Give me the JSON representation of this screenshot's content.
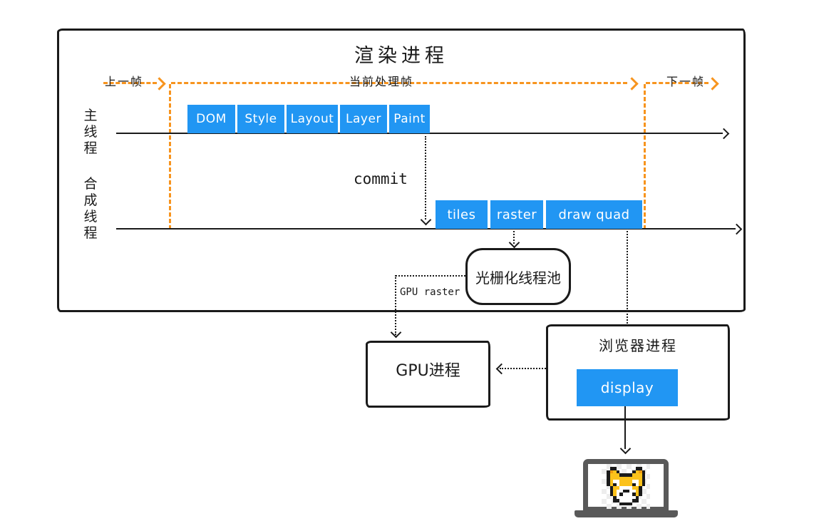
{
  "colors": {
    "accent_blue": "#2196F3",
    "accent_orange": "#F7941E",
    "ink": "#1a1a1a",
    "laptop_gray": "#595959"
  },
  "title": "渲染进程",
  "timeline": {
    "prev_frame": "上一帧",
    "current_frame": "当前处理帧",
    "next_frame": "下一帧"
  },
  "main_thread": {
    "label": "主\n线\n程",
    "stages": [
      "DOM",
      "Style",
      "Layout",
      "Layer",
      "Paint"
    ]
  },
  "commit": {
    "label": "commit"
  },
  "compositor_thread": {
    "label": "合\n成\n线\n程",
    "stages": [
      "tiles",
      "raster",
      "draw quad"
    ]
  },
  "raster_pool": {
    "label": "光栅化线程池"
  },
  "gpu_raster": {
    "label": "GPU raster"
  },
  "gpu_process": {
    "label": "GPU进程"
  },
  "browser_process": {
    "label": "浏览器进程",
    "display": "display"
  },
  "laptop": {
    "doge_icon": {
      "palette": {
        "B": "#1a1a1a",
        "Y": "#FCC21B",
        "O": "#F09B0F",
        "W": "#ffffff",
        ".": ""
      },
      "pixels": [
        ".BB......BB.",
        "BOYB....BYOB",
        "BYYYBBBBYYYB",
        "BYYYYYYYYYYB",
        "BYWWYYYYWWYB",
        "BYBWYYYYBWYB",
        ".BYYWWWWYYB.",
        ".BYWWBBWWYB.",
        ".BYWBWWWBYB.",
        "..BWWWWWWB..",
        "..BBWWWWBB..",
        "....BBBB...."
      ]
    }
  }
}
